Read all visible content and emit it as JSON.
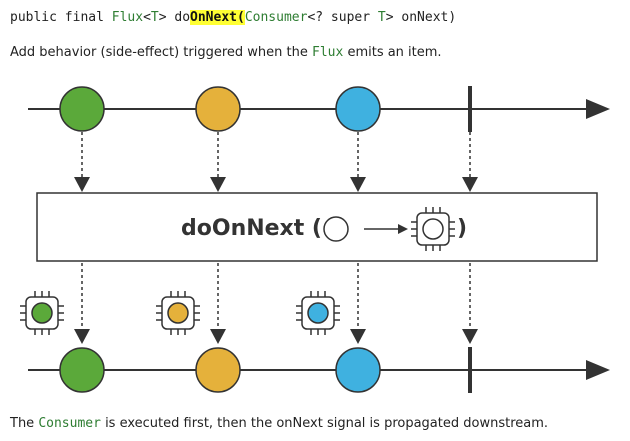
{
  "signature": {
    "prefix": "public final ",
    "flux_type": "Flux",
    "generic_open": "<",
    "generic_t": "T",
    "generic_close": "> do",
    "method_highlight": "OnNext(",
    "param_type": "Consumer",
    "param_mid": "<? super ",
    "param_t": "T",
    "param_end": "> onNext)"
  },
  "description": {
    "before": "Add behavior (side-effect) triggered when the ",
    "code": "Flux",
    "after": " emits an item."
  },
  "operator": {
    "label": "doOnNext ("
  },
  "footer": {
    "before": "The ",
    "code": "Consumer",
    "after": " is executed first, then the onNext signal is propagated downstream."
  },
  "colors": {
    "green": "#5ba93a",
    "yellow": "#e5b13b",
    "blue": "#3fb1e0",
    "stroke": "#333333"
  },
  "diagram": {
    "items": [
      "green",
      "yellow",
      "blue"
    ],
    "completion_marker": "vertical-bar"
  }
}
